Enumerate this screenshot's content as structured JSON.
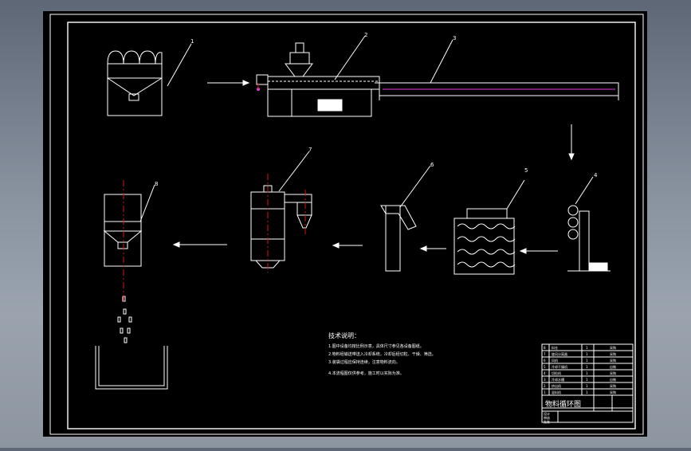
{
  "colors": {
    "background": "#000000",
    "line": "#ffffff",
    "centerline": "#d01818",
    "accent": "#e040e0"
  },
  "callouts": [
    "1",
    "2",
    "3",
    "4",
    "5",
    "6",
    "7",
    "8"
  ],
  "notes": {
    "title": "技术说明：",
    "lines": [
      "1.图中设备均按比例示意，具体尺寸参见各设备图纸。",
      "2.物料经输送带送入冷却系统，冷却后经切粒、干燥、筛选。",
      "3.装袋过程应保持连续，注意物料流向。",
      "4.本流程图仅供参考，施工时以实际为准。"
    ]
  },
  "title_block": {
    "drawing_title": "物料循环图",
    "rows": [
      {
        "no": "8",
        "name": "料仓",
        "qty": "1",
        "remark": "采购"
      },
      {
        "no": "7",
        "name": "旋风分离器",
        "qty": "1",
        "remark": "采购"
      },
      {
        "no": "6",
        "name": "风机",
        "qty": "1",
        "remark": "采购"
      },
      {
        "no": "5",
        "name": "冷却干燥机",
        "qty": "1",
        "remark": "自制"
      },
      {
        "no": "4",
        "name": "切粒机",
        "qty": "1",
        "remark": "采购"
      },
      {
        "no": "3",
        "name": "冷却水槽",
        "qty": "1",
        "remark": "自制"
      },
      {
        "no": "2",
        "name": "挤出机",
        "qty": "1",
        "remark": "采购"
      },
      {
        "no": "1",
        "name": "混料机",
        "qty": "1",
        "remark": "采购"
      }
    ],
    "bottom_labels": [
      "设计",
      "审核",
      "批准"
    ]
  }
}
